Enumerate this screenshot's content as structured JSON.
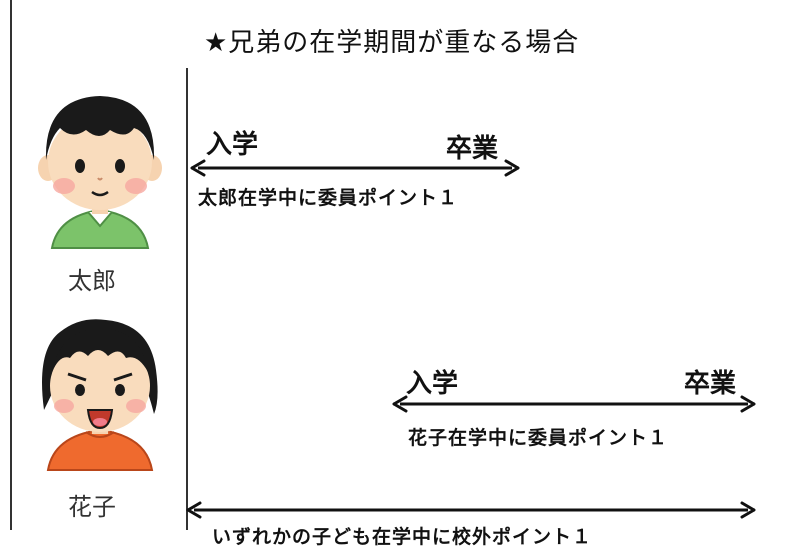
{
  "title": "★兄弟の在学期間が重なる場合",
  "children": [
    {
      "name": "太郎",
      "start_label": "入学",
      "end_label": "卒業",
      "caption": "太郎在学中に委員ポイント１"
    },
    {
      "name": "花子",
      "start_label": "入学",
      "end_label": "卒業",
      "caption": "花子在学中に委員ポイント１"
    }
  ],
  "combined": {
    "caption": "いずれかの子ども在学中に校外ポイント１"
  }
}
